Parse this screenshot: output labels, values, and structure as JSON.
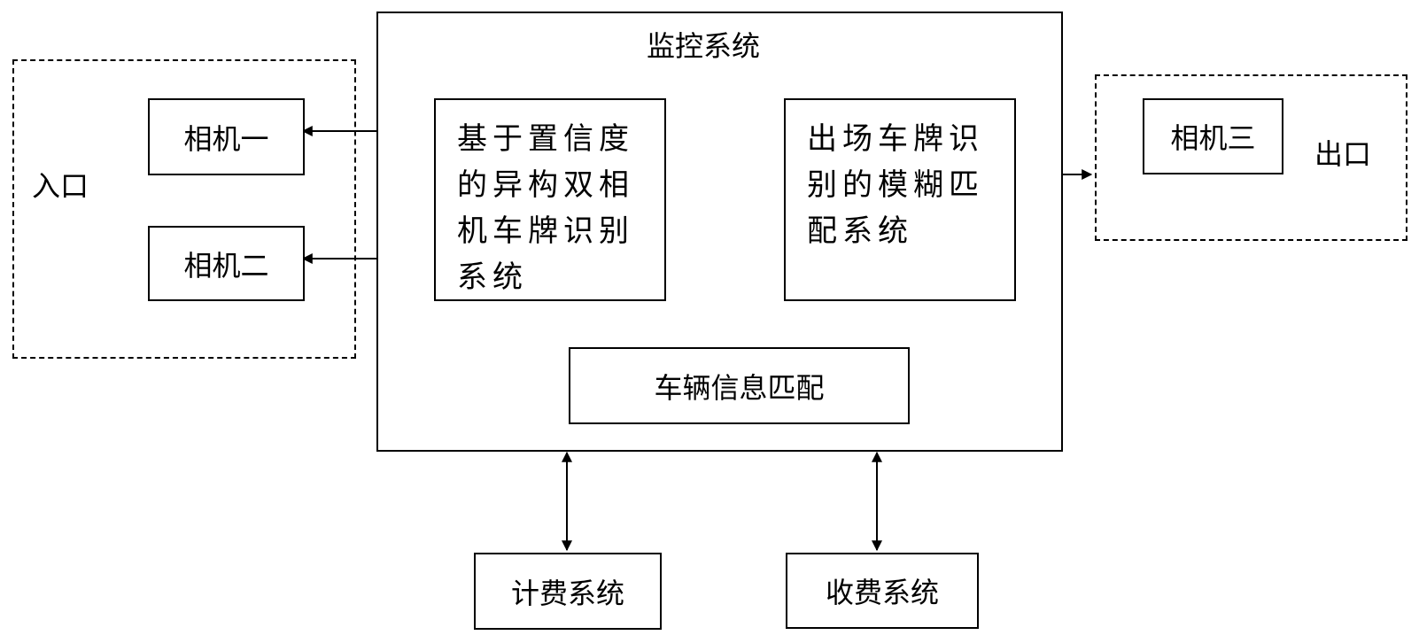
{
  "entrance": {
    "label": "入口"
  },
  "exit": {
    "label": "出口"
  },
  "cameras": {
    "cam1": "相机一",
    "cam2": "相机二",
    "cam3": "相机三"
  },
  "monitor": {
    "title": "监控系统",
    "dual_camera_lines": [
      "基于置信度",
      "的异构双相",
      "机车牌识别",
      "系统"
    ],
    "exit_fuzzy_lines": [
      "出场车牌识",
      "别的模糊匹",
      "配系统"
    ],
    "vehicle_match": "车辆信息匹配"
  },
  "billing": "计费系统",
  "charging": "收费系统",
  "colors": {
    "line": "#000000",
    "background": "#ffffff"
  }
}
